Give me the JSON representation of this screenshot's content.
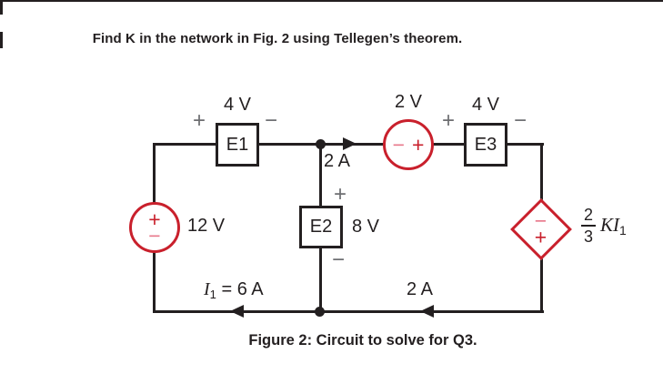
{
  "page": {
    "title": "Find K in the network in Fig. 2 using Tellegen’s theorem.",
    "caption": "Figure 2: Circuit to solve for Q3."
  },
  "circuit": {
    "e1": {
      "name": "E1",
      "voltage": "4 V",
      "plus": "+",
      "minus": "−"
    },
    "e2": {
      "name": "E2",
      "voltage": "8 V",
      "plus": "+",
      "minus": "−"
    },
    "e3": {
      "name": "E3",
      "voltage": "4 V",
      "plus": "+",
      "minus": "−"
    },
    "source_12v": {
      "value": "12 V",
      "plus": "+",
      "minus": "−"
    },
    "source_2v": {
      "value": "2 V",
      "plus": "+",
      "minus": "−"
    },
    "dependent_source": {
      "numerator": "2",
      "denominator": "3",
      "gain": "KI",
      "gain_subscript": "1",
      "plus": "+",
      "minus": "−"
    },
    "currents": {
      "top": "2 A",
      "bottom_left": {
        "symbol": "I",
        "subscript": "1",
        "equals": "= 6 A"
      },
      "bottom_right": "2 A"
    }
  },
  "colors": {
    "ink": "#231f20",
    "source_red": "#c9202c",
    "source_pink": "#e8788b",
    "sign_gray": "#6d6e71"
  }
}
